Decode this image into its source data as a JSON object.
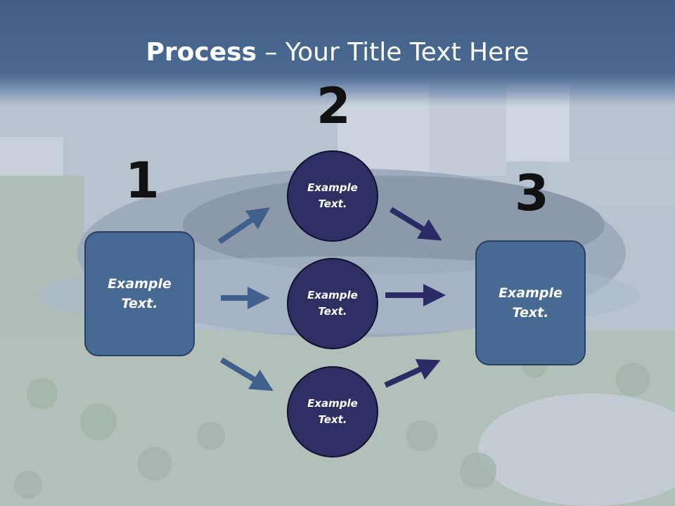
{
  "title": {
    "bold": "Process",
    "rest": " – Your Title Text Here"
  },
  "steps": {
    "one": "1",
    "two": "2",
    "three": "3"
  },
  "left_box": {
    "label": "Example\nText."
  },
  "right_box": {
    "label": "Example\nText."
  },
  "circles": [
    {
      "label": "Example\nText."
    },
    {
      "label": "Example\nText."
    },
    {
      "label": "Example\nText."
    }
  ],
  "colors": {
    "title_bar": "#4a6a92",
    "box": "#476a93",
    "circle": "#2e2f63",
    "arrow_light": "#3f5f8c",
    "arrow_dark": "#2b2c66"
  }
}
